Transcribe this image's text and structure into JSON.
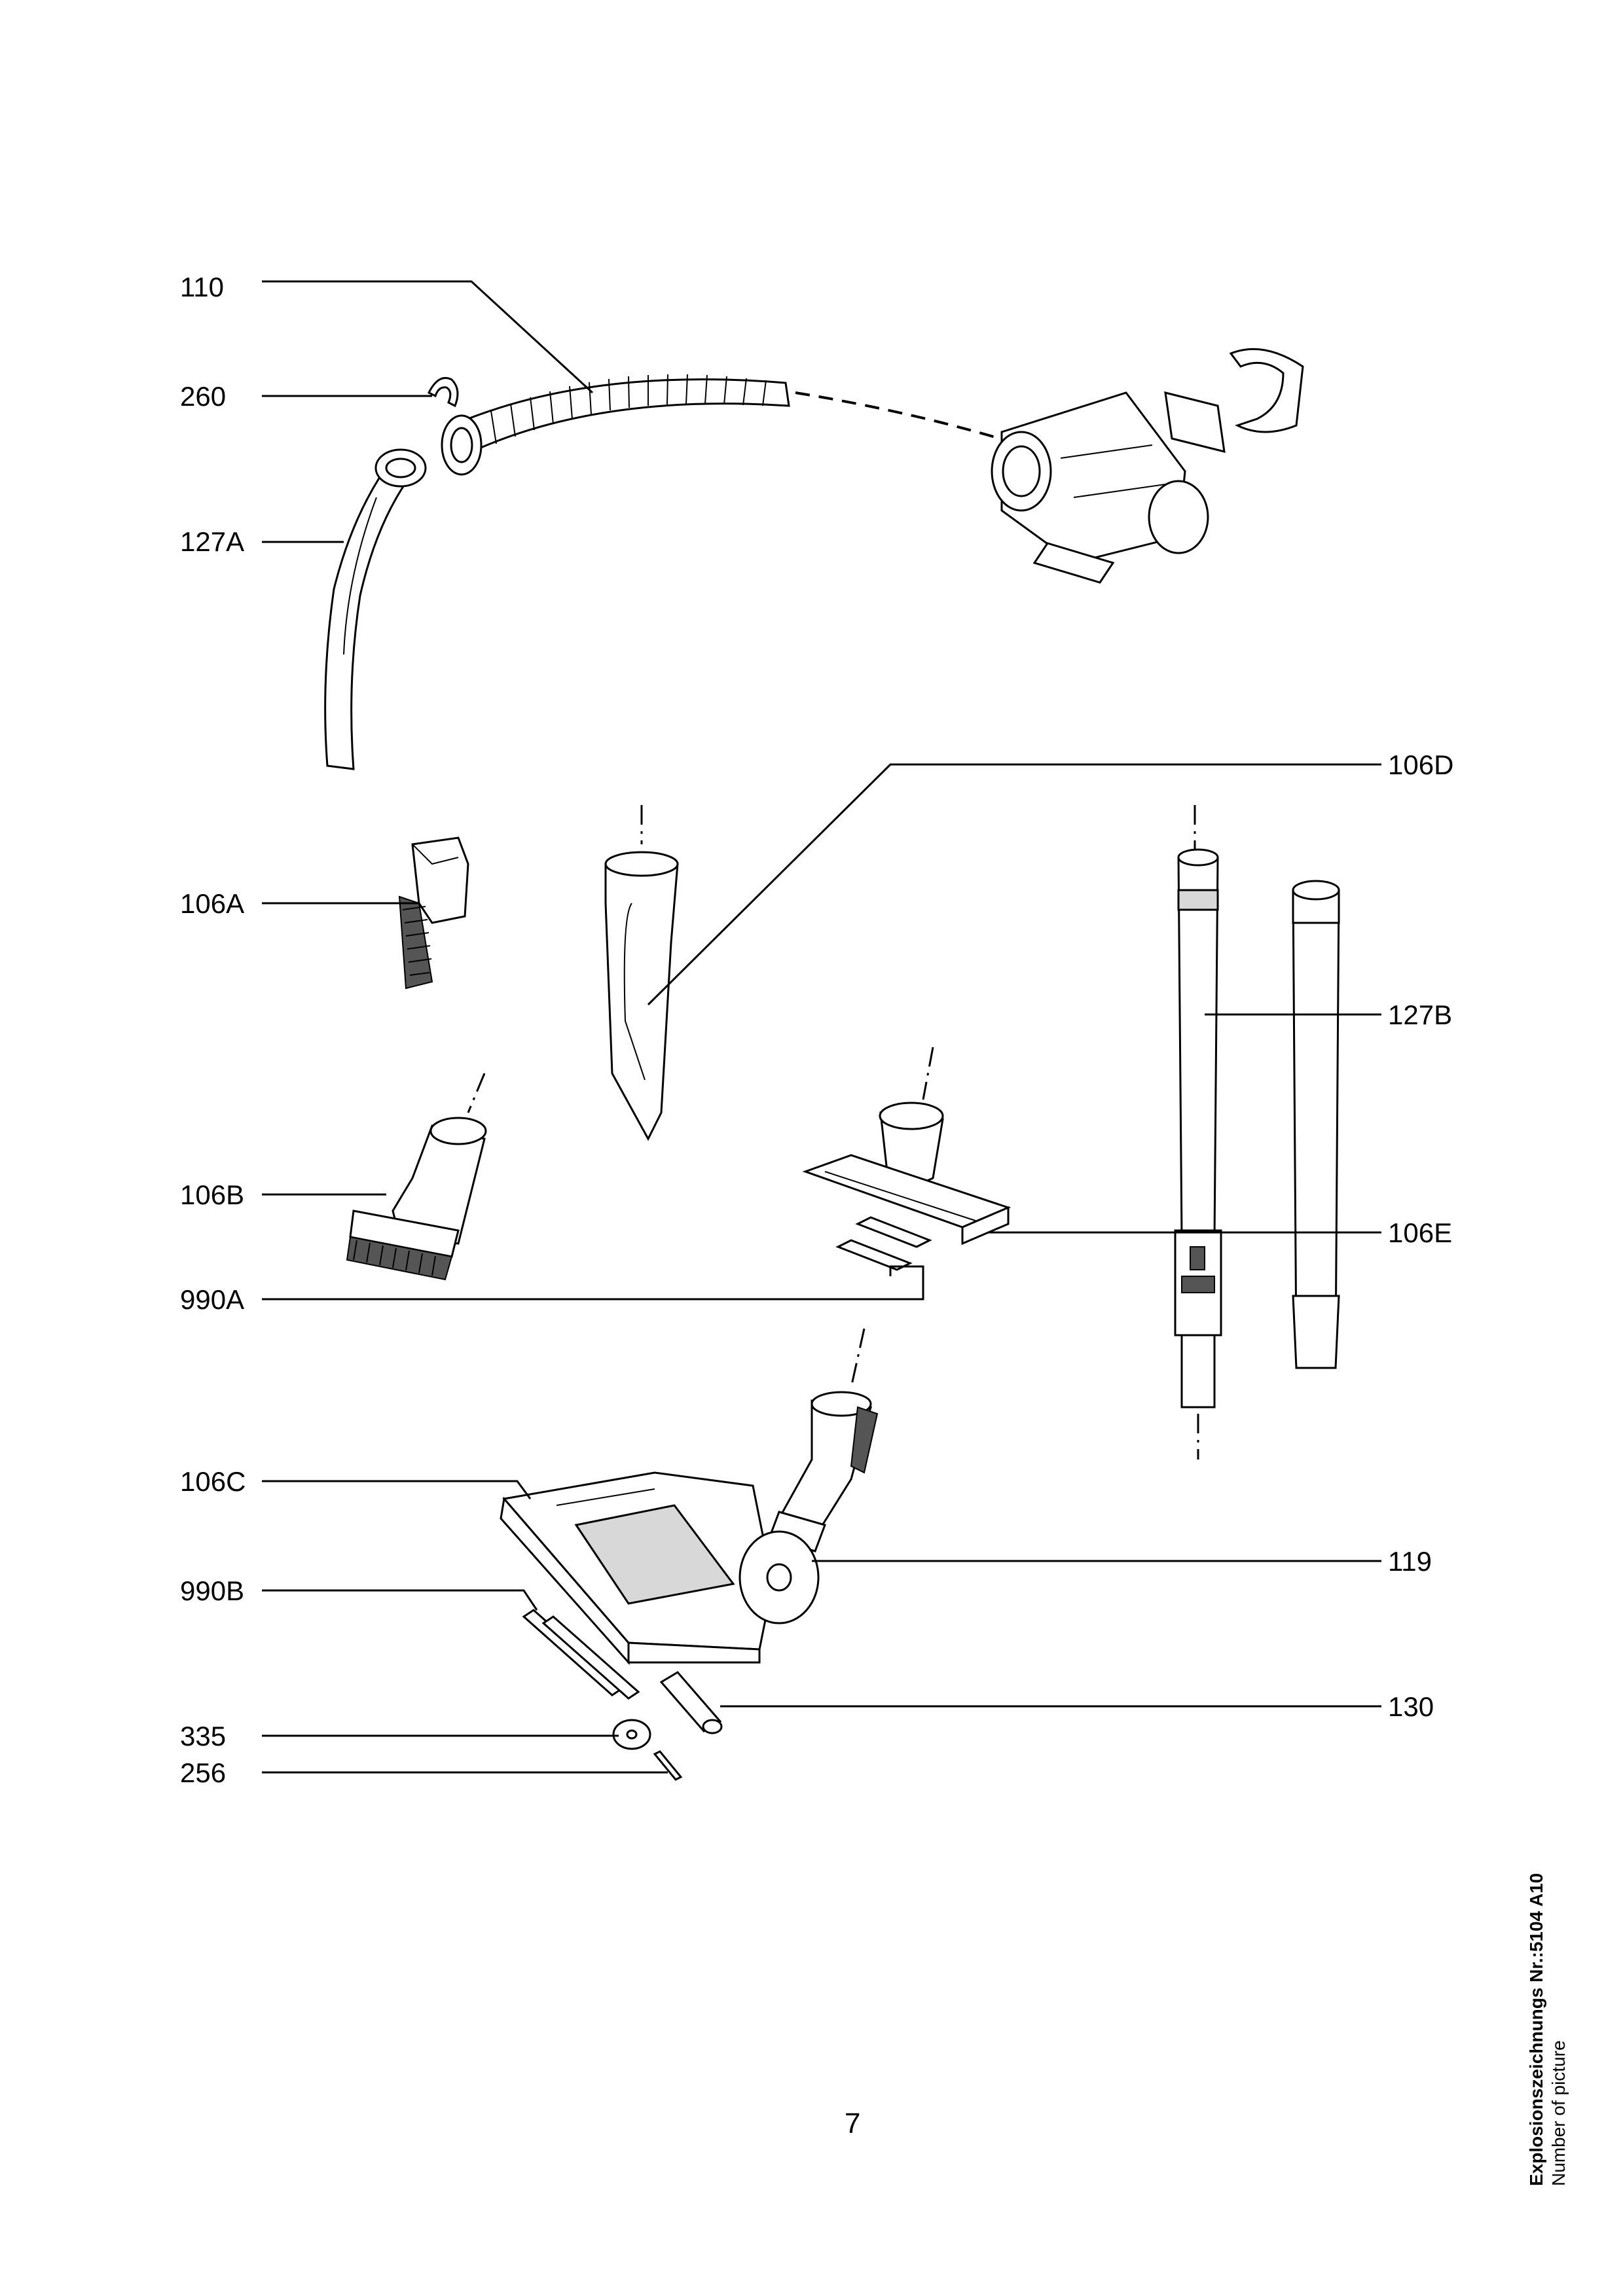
{
  "labels": {
    "l110": "110",
    "l260": "260",
    "l127A": "127A",
    "l106D": "106D",
    "l106A": "106A",
    "l127B": "127B",
    "l106B": "106B",
    "l106E": "106E",
    "l990A": "990A",
    "l106C": "106C",
    "l119": "119",
    "l990B": "990B",
    "l130": "130",
    "l335": "335",
    "l256": "256"
  },
  "page_number": "7",
  "side_note": {
    "title": "Explosionszeichnungs Nr.:5104 A10",
    "subtitle": "Number of picture"
  }
}
